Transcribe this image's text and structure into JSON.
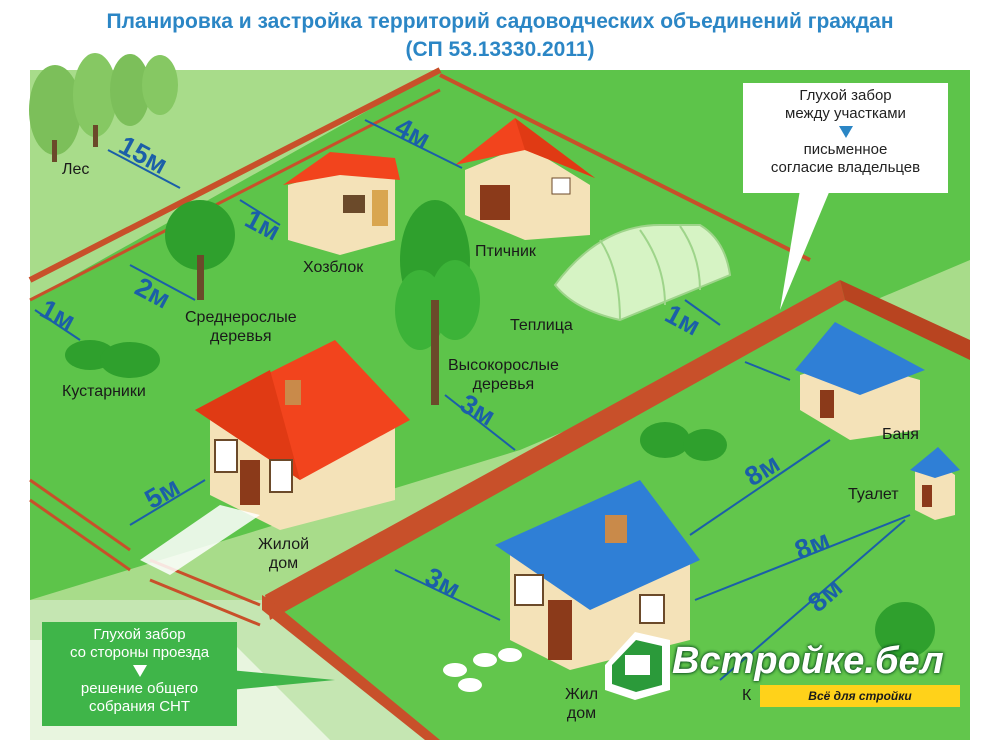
{
  "title_line1": "Планировка и застройка территорий садоводческих объединений граждан",
  "title_line2": "(СП 53.13330.2011)",
  "labels": {
    "forest": "Лес",
    "shed": "Хозблок",
    "poultry": "Птичник",
    "greenhouse": "Теплица",
    "medium_trees_1": "Среднерослые",
    "medium_trees_2": "деревья",
    "tall_trees_1": "Высокорослые",
    "tall_trees_2": "деревья",
    "bushes": "Кустарники",
    "house1_1": "Жилой",
    "house1_2": "дом",
    "house2_1": "Жил",
    "house2_2": "дом",
    "bath": "Баня",
    "toilet": "Туалет",
    "toilet_partial": "К"
  },
  "distances": {
    "forest": "15м",
    "shed": "1м",
    "poultry": "4м",
    "medium_trees": "2м",
    "bushes": "1м",
    "greenhouse": "1м",
    "tall_trees": "3м",
    "house1": "5м",
    "house2": "3м",
    "bath_house": "8м",
    "toilet_house": "8м",
    "toilet_house2": "8м"
  },
  "callout_top": {
    "line1": "Глухой забор",
    "line2": "между участками",
    "line3": "письменное",
    "line4": "согласие владельцев"
  },
  "callout_bottom": {
    "line1": "Глухой забор",
    "line2": "со стороны проезда",
    "line3": "решение общего",
    "line4": "собрания СНТ"
  },
  "logo": {
    "name": "Встройке.бел",
    "tagline": "Всё для стройки"
  },
  "colors": {
    "title": "#2b86c5",
    "distance": "#1b5fa8",
    "grass": "#5dc44a",
    "fence": "#c8502a",
    "roof_red": "#f2441d",
    "roof_blue": "#2f7fd6",
    "callout_green": "#3fb549",
    "logo_yellow": "#ffd21a"
  }
}
